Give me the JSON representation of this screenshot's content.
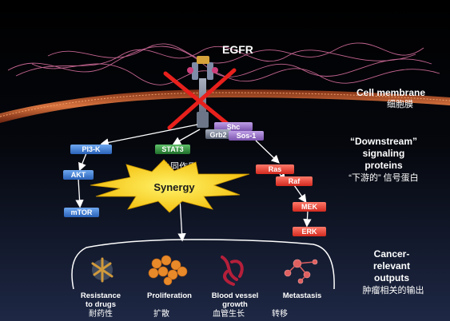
{
  "receptor": {
    "name": "EGFR"
  },
  "membrane": {
    "label_en": "Cell membrane",
    "label_zh": "细胞膜"
  },
  "adaptors": [
    "Shc",
    "Grb2",
    "Sos-1"
  ],
  "left_pathway": [
    "PI3-K",
    "AKT",
    "mTOR"
  ],
  "middle_pathway": {
    "label": "STAT3",
    "zh": "协同作用"
  },
  "right_pathway": [
    "Ras",
    "Raf",
    "MEK",
    "ERK"
  ],
  "synergy": {
    "label": "Synergy"
  },
  "downstream": {
    "line1": "“Downstream”",
    "line2": "signaling",
    "line3": "proteins",
    "zh": "“下游的” 信号蛋白"
  },
  "cancer_outputs": {
    "line1": "Cancer-",
    "line2": "relevant",
    "line3": "outputs",
    "zh": "肿瘤相关的输出"
  },
  "outputs": [
    {
      "line1": "Resistance",
      "line2": "to drugs",
      "zh": "耐药性"
    },
    {
      "line1": "Proliferation",
      "line2": "",
      "zh": "扩散"
    },
    {
      "line1": "Blood vessel",
      "line2": "growth",
      "zh": "血管生长"
    },
    {
      "line1": "Metastasis",
      "line2": "",
      "zh": "转移"
    }
  ],
  "colors": {
    "background_top": "#000000",
    "background_bottom": "#1c2440",
    "membrane": "#c9663a",
    "pi3k_box": "#3a7fd1",
    "stat3_box": "#2f8a3a",
    "ras_box": "#e8473a",
    "adaptor_box": "#8a63b8",
    "synergy_star": "#f5c400",
    "cross": "#e8201c"
  }
}
